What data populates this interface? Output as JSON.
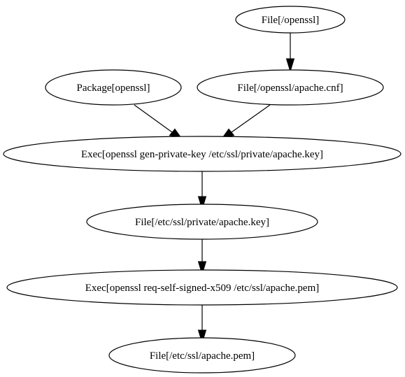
{
  "diagram": {
    "nodes": [
      {
        "id": "file-openssl",
        "label": "File[/openssl]"
      },
      {
        "id": "package-openssl",
        "label": "Package[openssl]"
      },
      {
        "id": "file-openssl-apache-cnf",
        "label": "File[/openssl/apache.cnf]"
      },
      {
        "id": "exec-gen-private-key",
        "label": "Exec[openssl gen-private-key /etc/ssl/private/apache.key]"
      },
      {
        "id": "file-etc-ssl-private-apache-key",
        "label": "File[/etc/ssl/private/apache.key]"
      },
      {
        "id": "exec-req-self-signed-x509",
        "label": "Exec[openssl req-self-signed-x509 /etc/ssl/apache.pem]"
      },
      {
        "id": "file-etc-ssl-apache-pem",
        "label": "File[/etc/ssl/apache.pem]"
      }
    ],
    "edges": [
      {
        "from": "file-openssl",
        "to": "file-openssl-apache-cnf"
      },
      {
        "from": "package-openssl",
        "to": "exec-gen-private-key"
      },
      {
        "from": "file-openssl-apache-cnf",
        "to": "exec-gen-private-key"
      },
      {
        "from": "exec-gen-private-key",
        "to": "file-etc-ssl-private-apache-key"
      },
      {
        "from": "file-etc-ssl-private-apache-key",
        "to": "exec-req-self-signed-x509"
      },
      {
        "from": "exec-req-self-signed-x509",
        "to": "file-etc-ssl-apache-pem"
      }
    ]
  }
}
